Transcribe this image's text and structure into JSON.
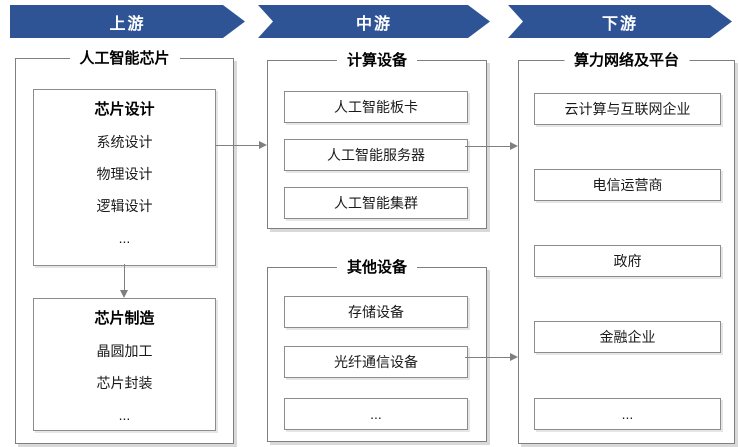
{
  "colors": {
    "banner_blue": "#2F5496",
    "border_gray": "#7f7f7f",
    "node_border_gray": "#8c8c8c"
  },
  "banners": [
    {
      "label": "上游"
    },
    {
      "label": "中游"
    },
    {
      "label": "下游"
    }
  ],
  "columns": {
    "upstream": {
      "title": "人工智能芯片",
      "design_box": {
        "title": "芯片设计",
        "items": [
          "系统设计",
          "物理设计",
          "逻辑设计",
          "..."
        ]
      },
      "manufacture_box": {
        "title": "芯片制造",
        "items": [
          "晶圆加工",
          "芯片封装",
          "..."
        ]
      }
    },
    "midstream": {
      "computing": {
        "title": "计算设备",
        "items": [
          "人工智能板卡",
          "人工智能服务器",
          "人工智能集群"
        ]
      },
      "other": {
        "title": "其他设备",
        "items": [
          "存储设备",
          "光纤通信设备",
          "..."
        ]
      }
    },
    "downstream": {
      "title": "算力网络及平台",
      "items": [
        "云计算与互联网企业",
        "电信运营商",
        "政府",
        "金融企业",
        "..."
      ]
    }
  }
}
